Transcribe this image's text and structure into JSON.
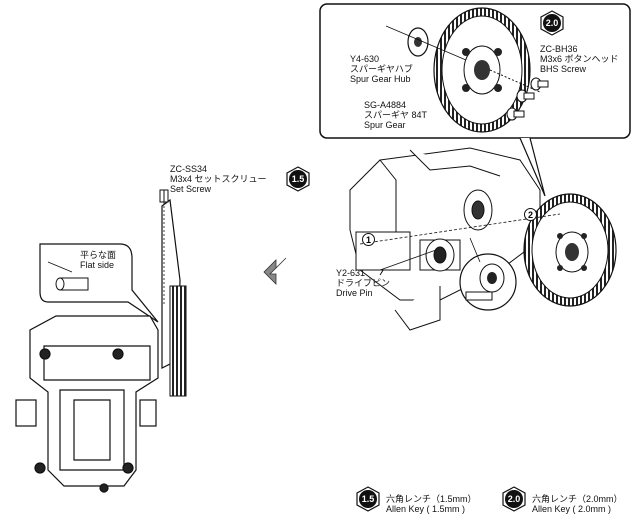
{
  "callouts": {
    "spur_gear_hub": {
      "code": "Y4-630",
      "jp": "スパーギヤハブ",
      "en": "Spur Gear Hub"
    },
    "bh_screw": {
      "code": "ZC-BH36",
      "jp": "M3x6 ボタンヘッド",
      "en": "BHS Screw"
    },
    "spur_gear": {
      "code": "SG-A4884",
      "jp": "スパーギヤ 84T",
      "en": "Spur Gear"
    },
    "set_screw": {
      "code": "ZC-SS34",
      "jp": "M3x4 セットスクリュー",
      "en": "Set Screw"
    },
    "flat_side": {
      "jp": "平らな面",
      "en": "Flat side"
    },
    "drive_pin": {
      "code": "Y2-631",
      "jp": "ドライブピン",
      "en": "Drive Pin"
    }
  },
  "badges": {
    "small": "1.5",
    "large": "2.0"
  },
  "steps": {
    "one": "1",
    "two": "2"
  },
  "legend": {
    "key_small": {
      "jp": "六角レンチ（1.5mm）",
      "en": "Allen Key ( 1.5mm )"
    },
    "key_large": {
      "jp": "六角レンチ（2.0mm）",
      "en": "Allen Key ( 2.0mm )"
    }
  }
}
